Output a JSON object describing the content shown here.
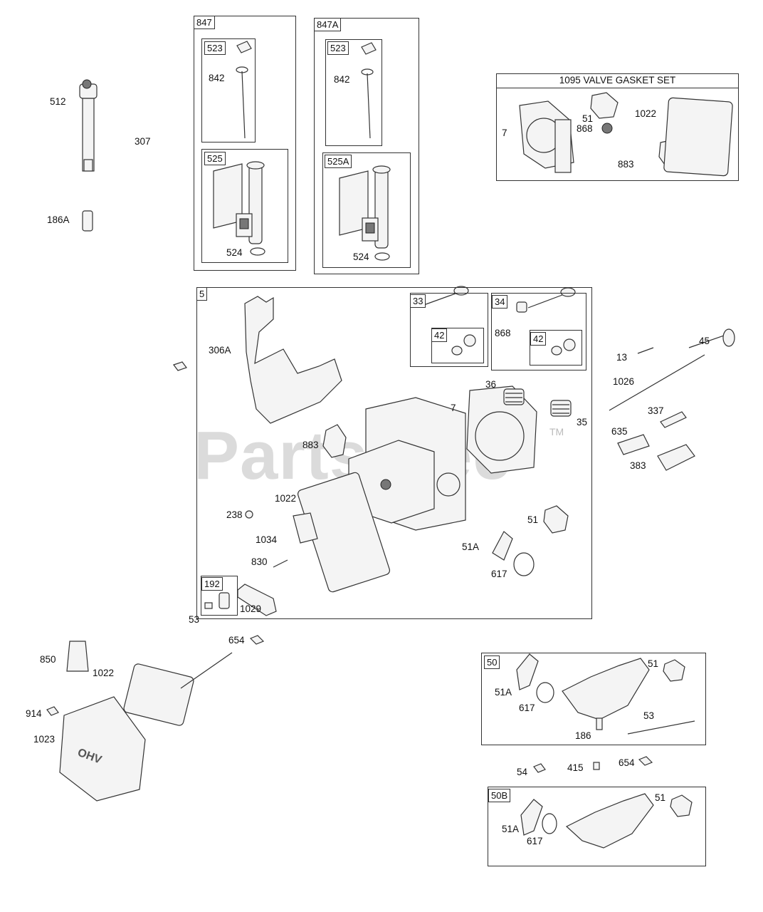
{
  "watermark": {
    "text": "PartsTree",
    "tm": "TM"
  },
  "kits": {
    "k847": "847",
    "k847a": "847A",
    "k523a": "523",
    "k523b": "523",
    "k525": "525",
    "k525a": "525A",
    "k5": "5",
    "k33": "33",
    "k34": "34",
    "k42a": "42",
    "k42b": "42",
    "k192": "192",
    "k50": "50",
    "k50b": "50B",
    "gasket_title": "1095 VALVE GASKET SET"
  },
  "labels": {
    "l512": "512",
    "l307": "307",
    "l186a": "186A",
    "l842a": "842",
    "l524a": "524",
    "l842b": "842",
    "l524b": "524",
    "g7": "7",
    "g51": "51",
    "g1022": "1022",
    "g868": "868",
    "g883": "883",
    "l306a": "306A",
    "l868": "868",
    "l36": "36",
    "l7": "7",
    "l35": "35",
    "l883": "883",
    "l1022": "1022",
    "l238": "238",
    "l1034": "1034",
    "l51": "51",
    "l51a": "51A",
    "l617": "617",
    "l830": "830",
    "l1029": "1029",
    "l53": "53",
    "r13": "13",
    "r45": "45",
    "r1026": "1026",
    "r337": "337",
    "r635": "635",
    "r383": "383",
    "b850": "850",
    "b1022": "1022",
    "b654": "654",
    "b914": "914",
    "b1023": "1023",
    "m51a": "51A",
    "m51": "51",
    "m617": "617",
    "m53": "53",
    "m186": "186",
    "s54": "54",
    "s415": "415",
    "s654": "654",
    "n51a": "51A",
    "n51": "51",
    "n617": "617"
  }
}
